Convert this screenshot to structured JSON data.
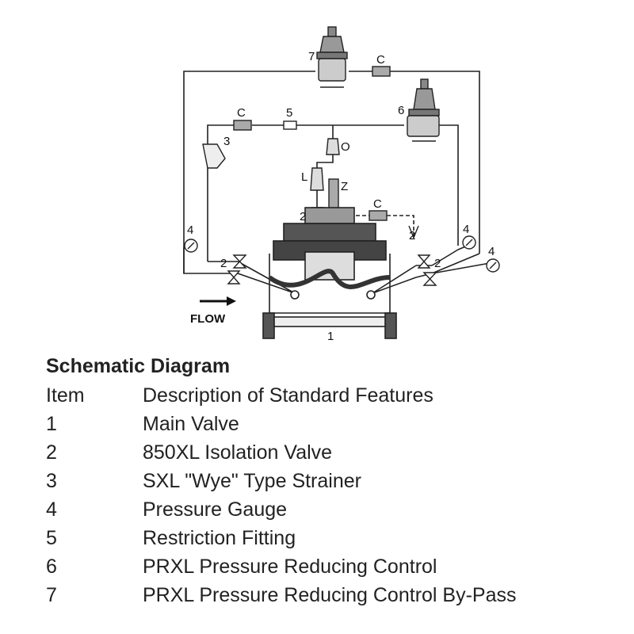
{
  "diagram": {
    "labels": {
      "main_valve": "1",
      "isolation_left": "2",
      "isolation_center": "2",
      "isolation_right": "2",
      "isolation_upper_right": "2",
      "strainer": "3",
      "gauge_left": "4",
      "gauge_right": "4",
      "gauge_far_right": "4",
      "restriction": "5",
      "prxl_control": "6",
      "prxl_bypass": "7",
      "closing_speed_top": "C",
      "closing_speed_mid": "C",
      "closing_speed_right": "C",
      "option_o": "O",
      "option_l": "L",
      "option_z": "Z",
      "flow": "FLOW"
    }
  },
  "legend": {
    "title": "Schematic Diagram",
    "header": {
      "item": "Item",
      "description": "Description of Standard Features"
    },
    "rows": [
      {
        "item": "1",
        "description": "Main Valve"
      },
      {
        "item": "2",
        "description": "850XL Isolation Valve"
      },
      {
        "item": "3",
        "description": "SXL \"Wye\" Type Strainer"
      },
      {
        "item": "4",
        "description": "Pressure Gauge"
      },
      {
        "item": "5",
        "description": "Restriction Fitting"
      },
      {
        "item": "6",
        "description": "PRXL Pressure Reducing Control"
      },
      {
        "item": "7",
        "description": "PRXL Pressure Reducing Control By-Pass"
      }
    ]
  }
}
